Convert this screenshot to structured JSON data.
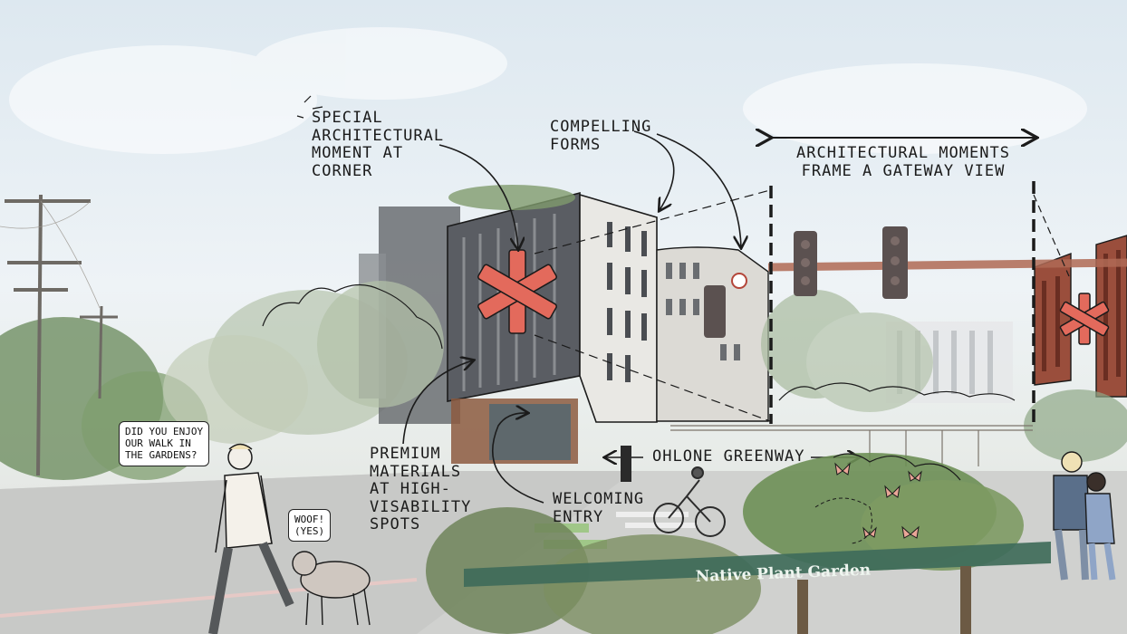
{
  "annotations": {
    "special_corner": "Special\nArchitectural\nMoment at\nCorner",
    "compelling_forms": "Compelling\nForms",
    "gateway_view": "Architectural Moments\nFrame a Gateway View",
    "premium_materials": "Premium\nMaterials\nat High-\nVisability\nSpots",
    "welcoming_entry": "Welcoming\nEntry",
    "ohlone_greenway": "Ohlone Greenway"
  },
  "speech": {
    "walker": "Did you enjoy\nour walk in\nthe gardens?",
    "dog": "Woof!\n(Yes)"
  },
  "sign": {
    "text": "Native Plant Garden"
  },
  "colors": {
    "accent_asterisk": "#e36a5c",
    "building_dark": "#5a5d63",
    "building_light": "#d9d7d2",
    "brick": "#9a4e3c",
    "foliage": "#8aa184",
    "sign_green": "#3f6b5a"
  },
  "icons": [
    "asterisk-marker",
    "traffic-light",
    "utility-pole",
    "butterfly",
    "dog",
    "bicycle"
  ]
}
